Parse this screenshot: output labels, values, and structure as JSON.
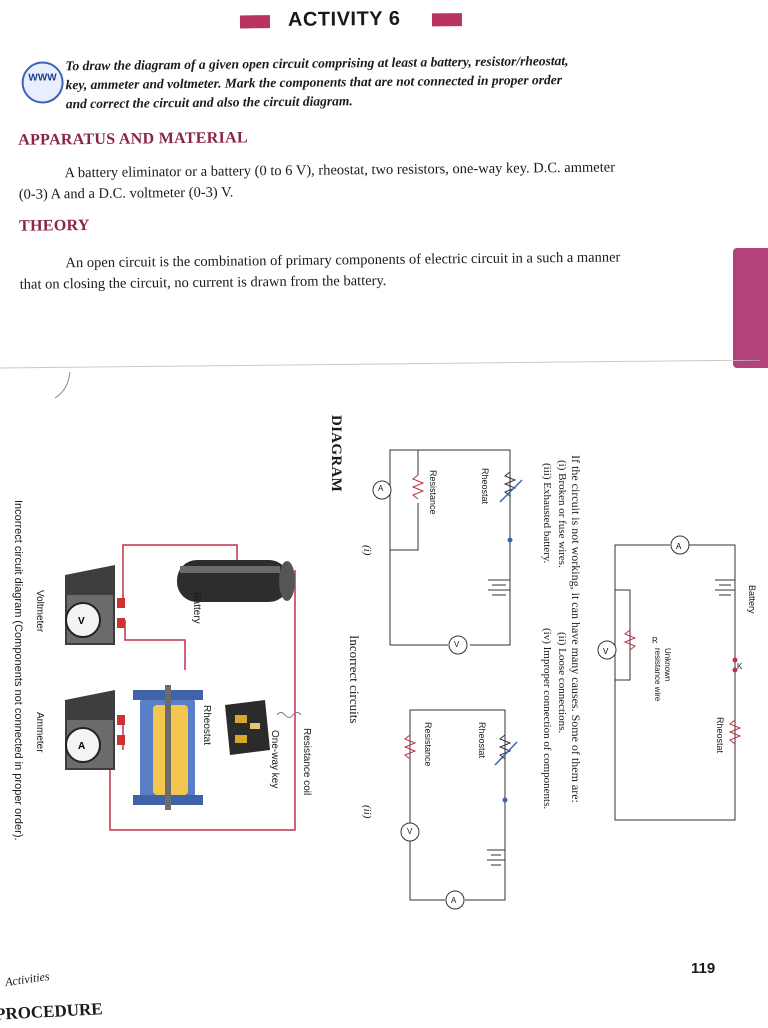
{
  "header": {
    "title": "ACTIVITY 6"
  },
  "objective": {
    "icon": "www-icon",
    "icon_text": "WWW",
    "lines": [
      "To draw the diagram of a given open circuit comprising at least a battery, resistor/rheostat,",
      "key, ammeter and voltmeter. Mark the components that are not connected in proper order",
      "and correct the circuit and also the circuit diagram."
    ]
  },
  "apparatus": {
    "heading": "APPARATUS AND MATERIAL",
    "lines": [
      "A battery eliminator or a battery (0 to 6 V), rheostat, two resistors, one-way key. D.C. ammeter",
      "(0-3) A and a D.C. voltmeter (0-3) V."
    ]
  },
  "theory": {
    "heading": "THEORY",
    "lines": [
      "An open circuit is the combination of primary components of electric circuit in a such a manner",
      "that on closing the circuit, no current is drawn from the battery."
    ]
  },
  "diagram": {
    "heading": "DIAGRAM",
    "photo_caption": "Incorrect circuit diagram (Components not connected in proper order).",
    "photo_labels": {
      "battery": "Battery",
      "voltmeter": "Voltmeter",
      "ammeter": "Ammeter",
      "rheostat": "Rheostat",
      "one_way_key": "One-way key",
      "resistance_coil": "Resistance coil"
    },
    "incorrect_title": "Incorrect circuits",
    "circuit_i_label": "(i)",
    "circuit_ii_label": "(ii)",
    "circuit_labels": {
      "rheostat": "Rheostat",
      "resistance": "Resistance",
      "ammeter_symbol": "A",
      "voltmeter_symbol": "V"
    },
    "causes_intro": "If the circuit is not working, it can have many causes. Some of them are:",
    "causes": [
      "(i)  Broken or fuse wires.",
      "(ii)  Loose connections.",
      "(iii)  Exhausted battery.",
      "(iv)  Improper connection of components."
    ],
    "correct_labels": {
      "battery": "Battery",
      "rheostat": "Rheostat",
      "unknown": "Unknown resistance wire",
      "r": "R",
      "k": "K"
    }
  },
  "footer": {
    "page_number": "119",
    "side_label": "Activities",
    "next_heading": "PROCEDURE"
  }
}
